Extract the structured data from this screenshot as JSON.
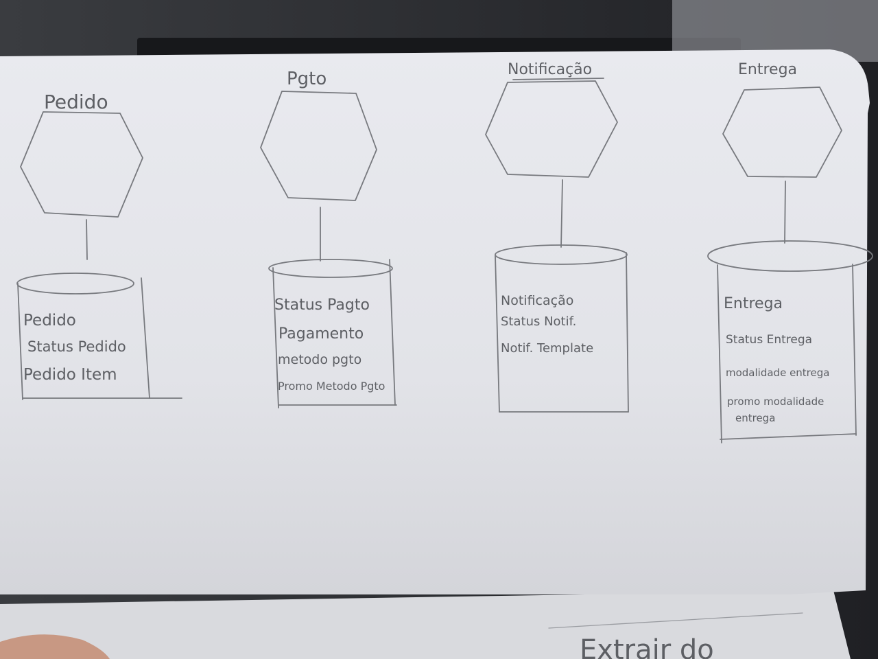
{
  "diagram": {
    "services": [
      {
        "title": "Pedido",
        "tables": [
          "Pedido",
          "Status Pedido",
          "Pedido Item"
        ]
      },
      {
        "title": "Pgto",
        "tables": [
          "Status Pagto",
          "Pagamento",
          "metodo pgto",
          "Promo Metodo Pgto"
        ]
      },
      {
        "title": "Notificação",
        "tables": [
          "Notificação",
          "Status Notif.",
          "Notif. Template"
        ]
      },
      {
        "title": "Entrega",
        "tables": [
          "Entrega",
          "Status Entrega",
          "modalidade entrega",
          "promo modalidade",
          "entrega"
        ]
      }
    ],
    "footer_text": "Extrair do"
  },
  "colors": {
    "paper": "#e6e7ec",
    "pencil": "#6b6d72",
    "desk": "#2b2d31"
  }
}
